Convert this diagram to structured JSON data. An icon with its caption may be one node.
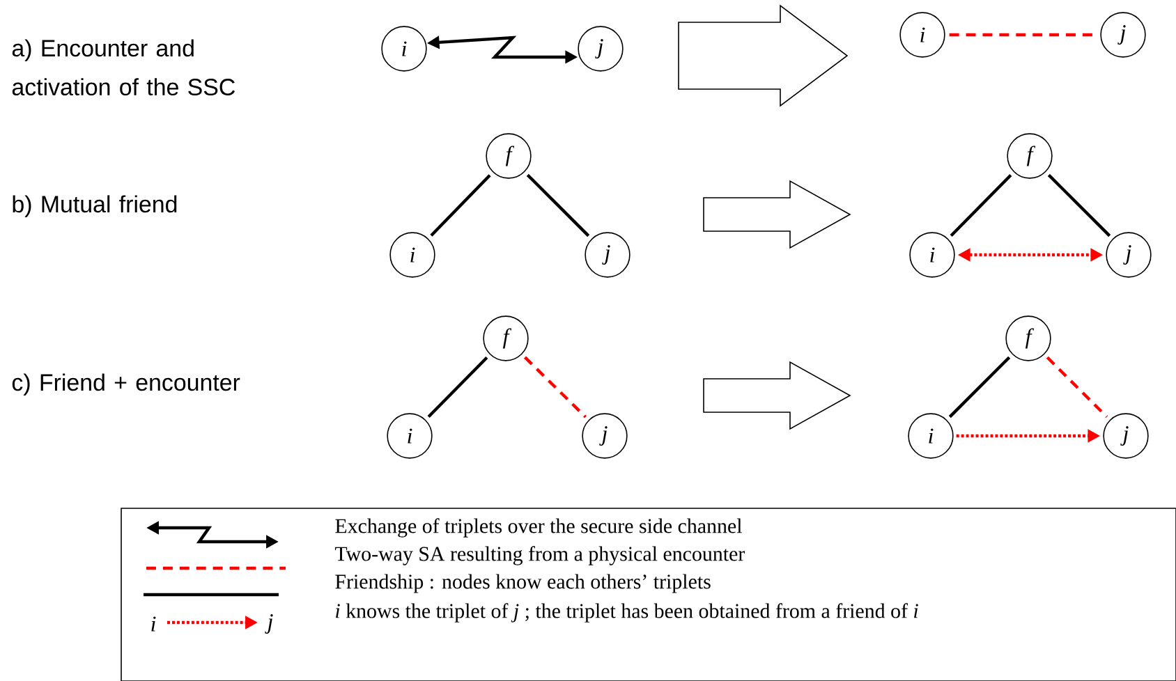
{
  "diagram": {
    "nodes": [
      {
        "text": [
          "i"
        ]
      },
      {
        "text": [
          "j"
        ]
      },
      {
        "text": [
          "i"
        ]
      },
      {
        "text": [
          "j"
        ]
      },
      {
        "text": [
          "f"
        ]
      },
      {
        "text": [
          "i"
        ]
      },
      {
        "text": [
          "j"
        ]
      },
      {
        "text": [
          "f"
        ]
      },
      {
        "text": [
          "i"
        ]
      },
      {
        "text": [
          "j"
        ]
      },
      {
        "text": [
          "f"
        ]
      },
      {
        "text": [
          "i"
        ]
      },
      {
        "text": [
          "j"
        ]
      },
      {
        "text": [
          "f"
        ]
      },
      {
        "text": [
          "i"
        ]
      },
      {
        "text": [
          "j"
        ]
      }
    ],
    "edges": [
      {
        "from": 0,
        "to": 1,
        "arrow": "both"
      },
      {
        "from": 2,
        "to": 3,
        "arrow": "none",
        "style": "dashed",
        "color": "#ff0000"
      },
      {
        "from": 4,
        "to": 5,
        "arrow": "none"
      },
      {
        "from": 4,
        "to": 6,
        "arrow": "none"
      },
      {
        "from": 7,
        "to": 8,
        "arrow": "none"
      },
      {
        "from": 7,
        "to": 9,
        "arrow": "none"
      },
      {
        "from": 8,
        "to": 9,
        "arrow": "both",
        "style": "dashed",
        "color": "#ff0000"
      },
      {
        "from": 10,
        "to": 11,
        "arrow": "none"
      },
      {
        "from": 10,
        "to": 12,
        "arrow": "none",
        "style": "dashed",
        "color": "#ff0000"
      },
      {
        "from": 13,
        "to": 14,
        "arrow": "none"
      },
      {
        "from": 13,
        "to": 15,
        "arrow": "none",
        "style": "dashed",
        "color": "#ff0000"
      },
      {
        "from": 14,
        "to": 15,
        "arrow": "to",
        "style": "dashed",
        "color": "#ff0000"
      }
    ],
    "labels": [
      "a) Encounter and activation of the SSC",
      "b) Mutual friend",
      "c) Friend + encounter",
      "i",
      "j"
    ],
    "legend": [
      {
        "text": "Exchange of triplets over the secure side channel"
      },
      {
        "text": "Two-way SA resulting from a physical encounter"
      },
      {
        "text": "Friendship : nodes know each others’ triplets"
      },
      {
        "text": "*i* knows the triplet of *j* ; the triplet has been obtained from a friend of *i*"
      }
    ]
  }
}
